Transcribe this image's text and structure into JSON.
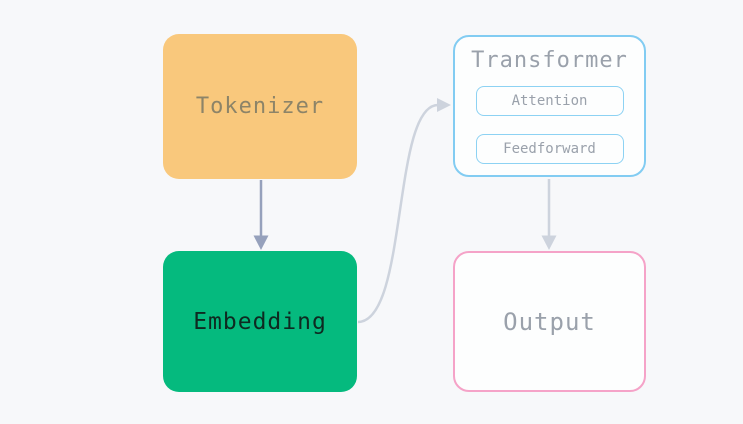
{
  "diagram": {
    "nodes": {
      "tokenizer": {
        "label": "Tokenizer"
      },
      "embedding": {
        "label": "Embedding"
      },
      "transformer": {
        "label": "Transformer",
        "children": {
          "attention": {
            "label": "Attention"
          },
          "feedforward": {
            "label": "Feedforward"
          }
        }
      },
      "output": {
        "label": "Output"
      }
    },
    "edges": [
      {
        "from": "tokenizer",
        "to": "embedding"
      },
      {
        "from": "embedding",
        "to": "transformer"
      },
      {
        "from": "transformer",
        "to": "output"
      }
    ]
  },
  "colors": {
    "page-bg": "#f7f8fa",
    "node-bg": "#fdfefe",
    "tokenizer-fill": "#f9c87c",
    "tokenizer-text": "#8d8468",
    "embedding-fill": "#05ba7e",
    "embedding-text": "#0e2a21",
    "blue-border": "#82ccf2",
    "blue-border-light": "#8dd2f3",
    "pink-border": "#f5a3c8",
    "muted-text": "#9aa1ab",
    "arrow-dark": "#96a1bc",
    "arrow-light": "#cdd3dd"
  }
}
